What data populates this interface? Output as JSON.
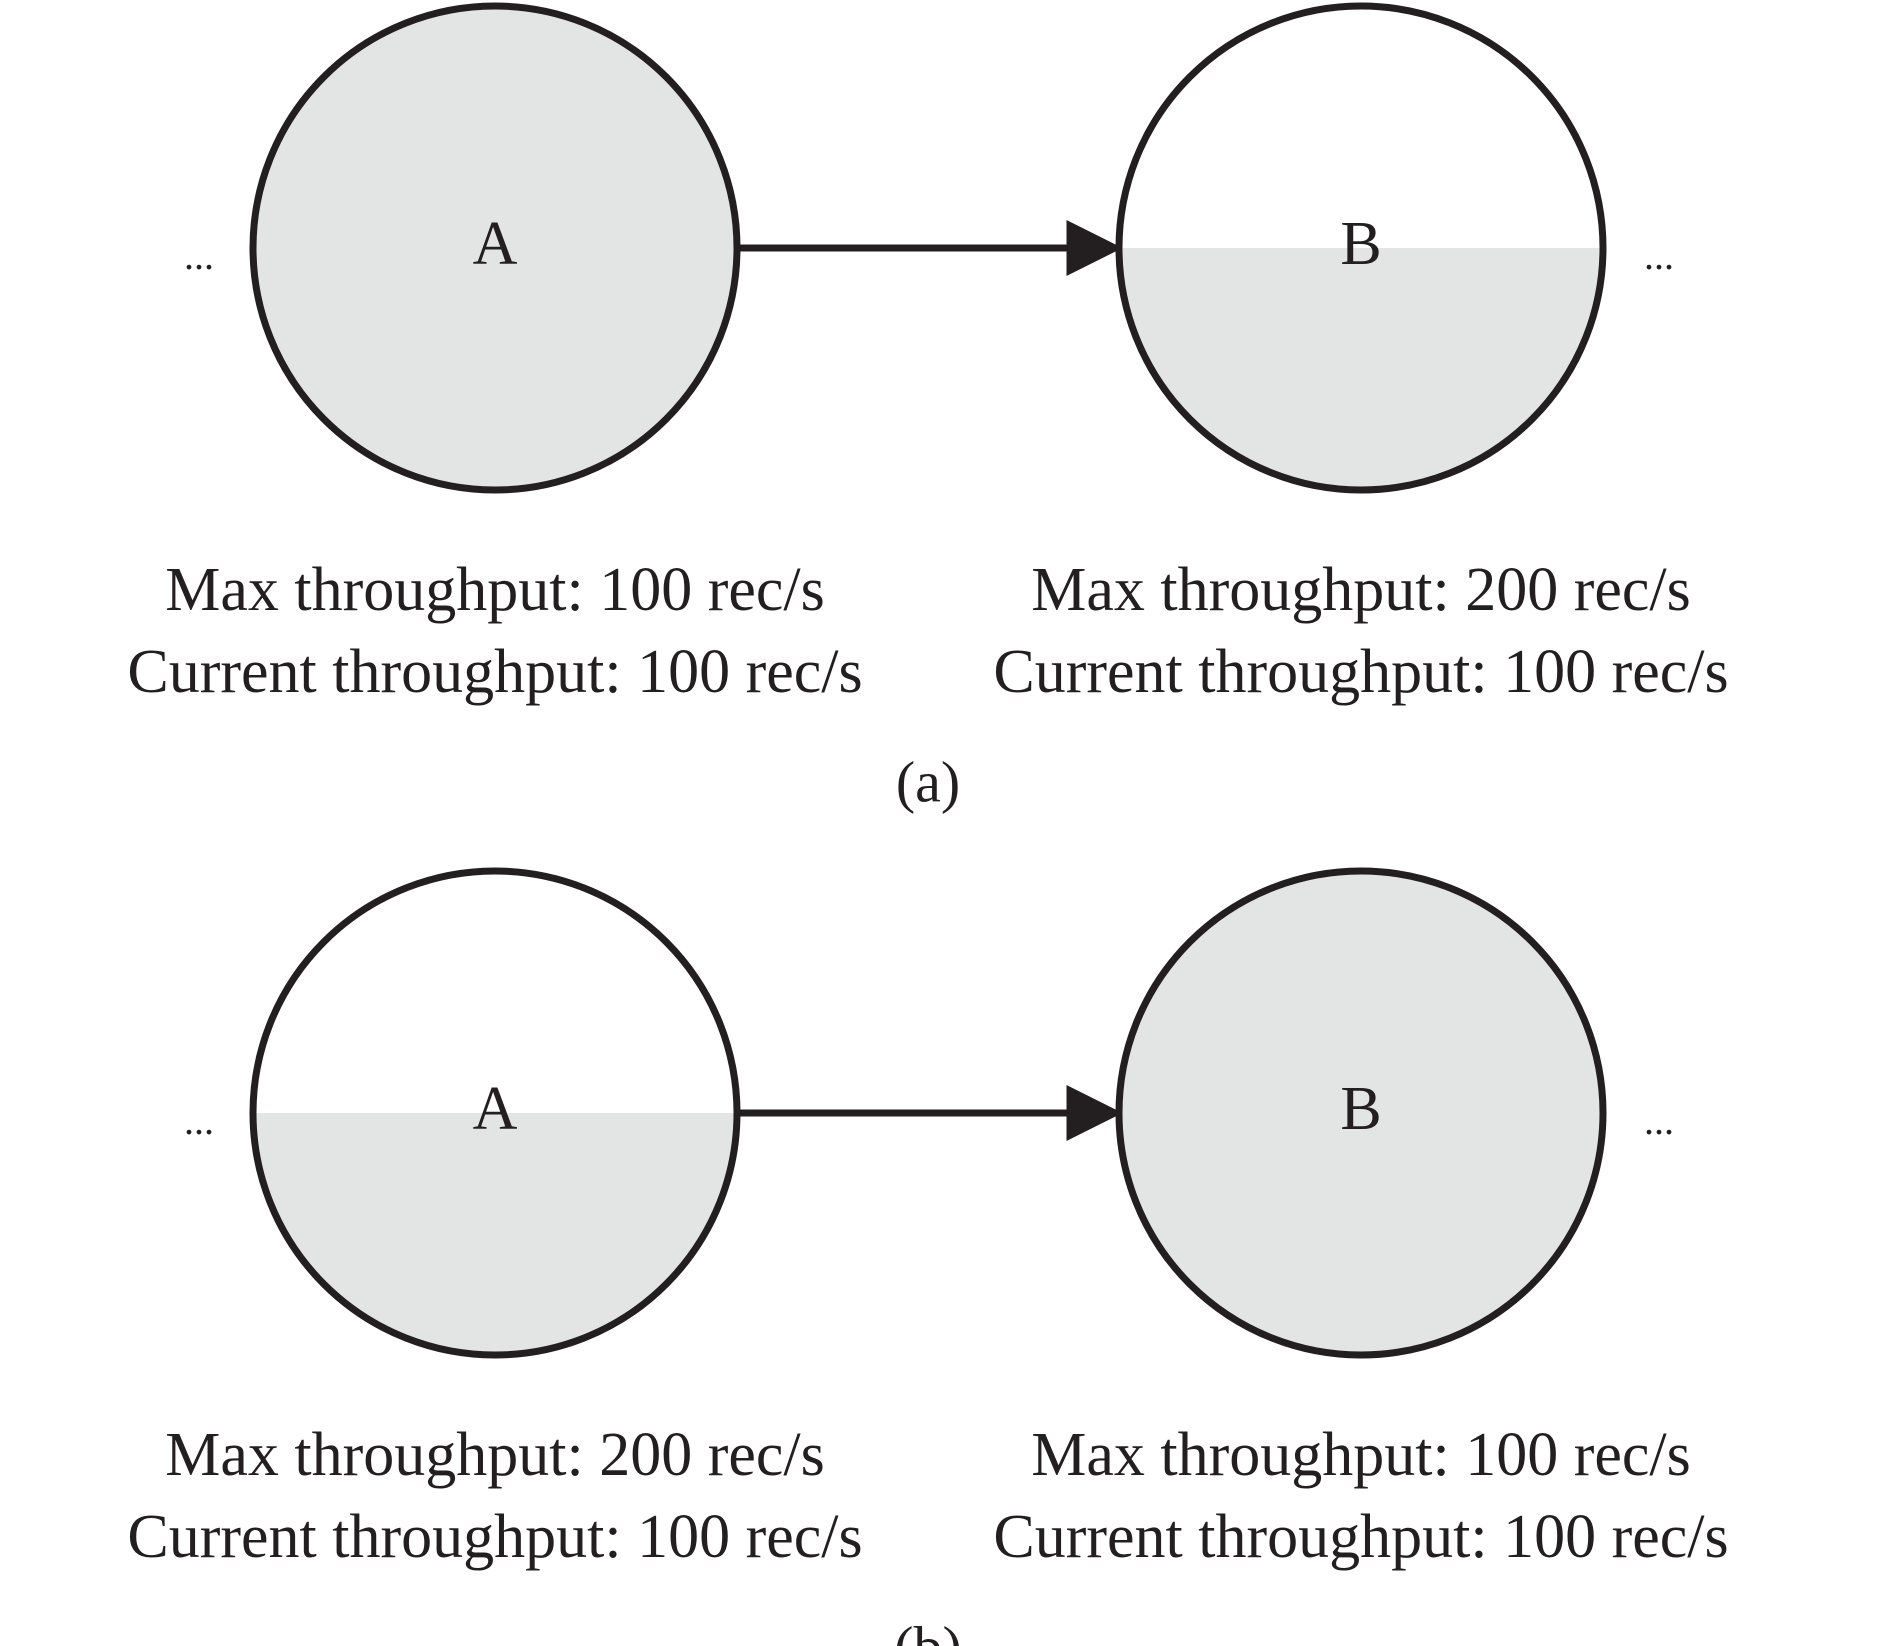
{
  "colors": {
    "stroke": "#231f20",
    "fill": "#e3e5e4",
    "background": "#ffffff"
  },
  "ellipsis": "...",
  "panels": [
    {
      "caption": "(a)",
      "nodes": [
        {
          "label": "A",
          "max_line": "Max throughput: 100 rec/s",
          "current_line": "Current throughput: 100 rec/s",
          "fill_fraction": 1.0
        },
        {
          "label": "B",
          "max_line": "Max throughput: 200 rec/s",
          "current_line": "Current throughput: 100 rec/s",
          "fill_fraction": 0.5
        }
      ]
    },
    {
      "caption": "(b)",
      "nodes": [
        {
          "label": "A",
          "max_line": "Max throughput: 200 rec/s",
          "current_line": "Current throughput: 100 rec/s",
          "fill_fraction": 0.5
        },
        {
          "label": "B",
          "max_line": "Max throughput: 100 rec/s",
          "current_line": "Current throughput: 100 rec/s",
          "fill_fraction": 1.0
        }
      ]
    }
  ]
}
